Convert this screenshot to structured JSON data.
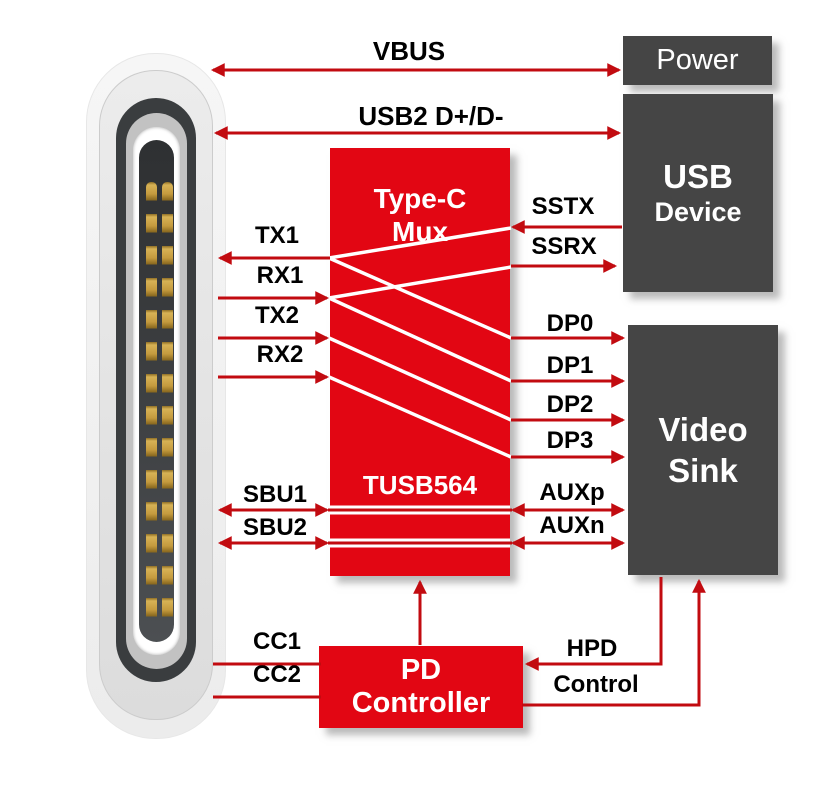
{
  "diagram": {
    "blocks": {
      "power": {
        "label": "Power"
      },
      "usb_device": {
        "line1": "USB",
        "line2": "Device"
      },
      "video_sink": {
        "line1": "Video",
        "line2": "Sink"
      },
      "type_c_mux": {
        "line1": "Type-C",
        "line2": "Mux",
        "part": "TUSB564"
      },
      "pd_controller": {
        "line1": "PD",
        "line2": "Controller"
      }
    },
    "signals": {
      "vbus": "VBUS",
      "usb2": "USB2 D+/D-",
      "tx1": "TX1",
      "rx1": "RX1",
      "tx2": "TX2",
      "rx2": "RX2",
      "sstx": "SSTX",
      "ssrx": "SSRX",
      "dp0": "DP0",
      "dp1": "DP1",
      "dp2": "DP2",
      "dp3": "DP3",
      "sbu1": "SBU1",
      "sbu2": "SBU2",
      "auxp": "AUXp",
      "auxn": "AUXn",
      "cc1": "CC1",
      "cc2": "CC2",
      "hpd": "HPD",
      "control": "Control"
    },
    "icons": {
      "connector": "usb-type-c-connector-icon"
    },
    "colors": {
      "block_red": "#e20613",
      "block_dark_gray": "#454545",
      "wire_red": "#c20b10",
      "crossbar_white": "#ffffff",
      "label_black": "#000000",
      "block_text_white": "#ffffff",
      "pin_gold": "#c49a3e"
    }
  }
}
